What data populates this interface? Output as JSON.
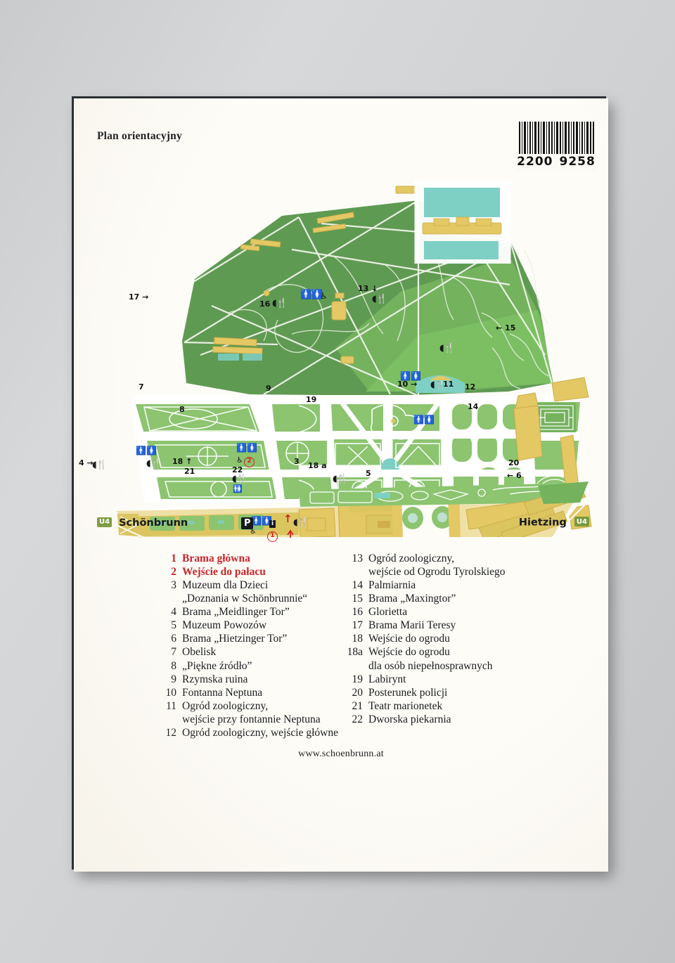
{
  "header": {
    "title": "Plan orientacyjny"
  },
  "barcode": {
    "left_digits": "2200",
    "right_digits": "9258"
  },
  "transit": {
    "left_line": "U4",
    "left_station": "Schönbrunn",
    "parking": "P",
    "right_station": "Hietzing",
    "right_line": "U4"
  },
  "map": {
    "markers": [
      {
        "id": "17",
        "label": "17 →"
      },
      {
        "id": "16",
        "label": "16"
      },
      {
        "id": "13",
        "label": "13 ↓"
      },
      {
        "id": "15",
        "label": "← 15"
      },
      {
        "id": "7",
        "label": "7"
      },
      {
        "id": "9",
        "label": "9"
      },
      {
        "id": "8",
        "label": "8"
      },
      {
        "id": "10",
        "label": "10 →"
      },
      {
        "id": "11",
        "label": "11"
      },
      {
        "id": "19",
        "label": "19"
      },
      {
        "id": "12",
        "label": "12"
      },
      {
        "id": "14",
        "label": "14"
      },
      {
        "id": "20",
        "label": "20"
      },
      {
        "id": "6",
        "label": "← 6"
      },
      {
        "id": "4",
        "label": "4 →"
      },
      {
        "id": "18",
        "label": "18 ↑"
      },
      {
        "id": "21",
        "label": "21"
      },
      {
        "id": "22",
        "label": "22"
      },
      {
        "id": "2",
        "label": "2"
      },
      {
        "id": "3",
        "label": "3"
      },
      {
        "id": "18a",
        "label": "18 a"
      },
      {
        "id": "5",
        "label": "5"
      },
      {
        "id": "1",
        "label": "1"
      }
    ],
    "colors": {
      "dark_green": "#5f9a52",
      "mid_green": "#74b25e",
      "light_green": "#8cc470",
      "pale_green": "#aed69b",
      "water": "#7fd0c4",
      "gold": "#e3c864",
      "gold_dark": "#cfae4c",
      "path": "#ffffff",
      "marker_red": "#cf2222"
    }
  },
  "legend": {
    "left": [
      {
        "num": "1",
        "text": "Brama główna",
        "highlight": true
      },
      {
        "num": "2",
        "text": "Wejście do pałacu",
        "highlight": true
      },
      {
        "num": "3",
        "text": "Muzeum dla Dzieci",
        "cont": "„Doznania w Schönbrunnie“"
      },
      {
        "num": "4",
        "text": "Brama „Meidlinger Tor”"
      },
      {
        "num": "5",
        "text": "Muzeum Powozów"
      },
      {
        "num": "6",
        "text": "Brama „Hietzinger Tor”"
      },
      {
        "num": "7",
        "text": "Obelisk"
      },
      {
        "num": "8",
        "text": "„Piękne źródło”"
      },
      {
        "num": "9",
        "text": "Rzymska ruina"
      },
      {
        "num": "10",
        "text": "Fontanna Neptuna"
      },
      {
        "num": "11",
        "text": "Ogród zoologiczny,",
        "cont": "wejście przy fontannie Neptuna"
      },
      {
        "num": "12",
        "text": "Ogród zoologiczny, wejście główne"
      }
    ],
    "right": [
      {
        "num": "13",
        "text": "Ogród zoologiczny,",
        "cont": "wejście od Ogrodu Tyrolskiego"
      },
      {
        "num": "14",
        "text": "Palmiarnia"
      },
      {
        "num": "15",
        "text": "Brama „Maxingtor”"
      },
      {
        "num": "16",
        "text": "Glorietta"
      },
      {
        "num": "17",
        "text": "Brama Marii Teresy"
      },
      {
        "num": "18",
        "text": "Wejście do ogrodu"
      },
      {
        "num": "18a",
        "text": "Wejście do ogrodu",
        "cont": "dla osób niepełnosprawnych"
      },
      {
        "num": "19",
        "text": "Labirynt"
      },
      {
        "num": "20",
        "text": "Posterunek policji"
      },
      {
        "num": "21",
        "text": "Teatr marionetek"
      },
      {
        "num": "22",
        "text": "Dworska piekarnia"
      }
    ]
  },
  "footer": {
    "url": "www.schoenbrunn.at"
  }
}
